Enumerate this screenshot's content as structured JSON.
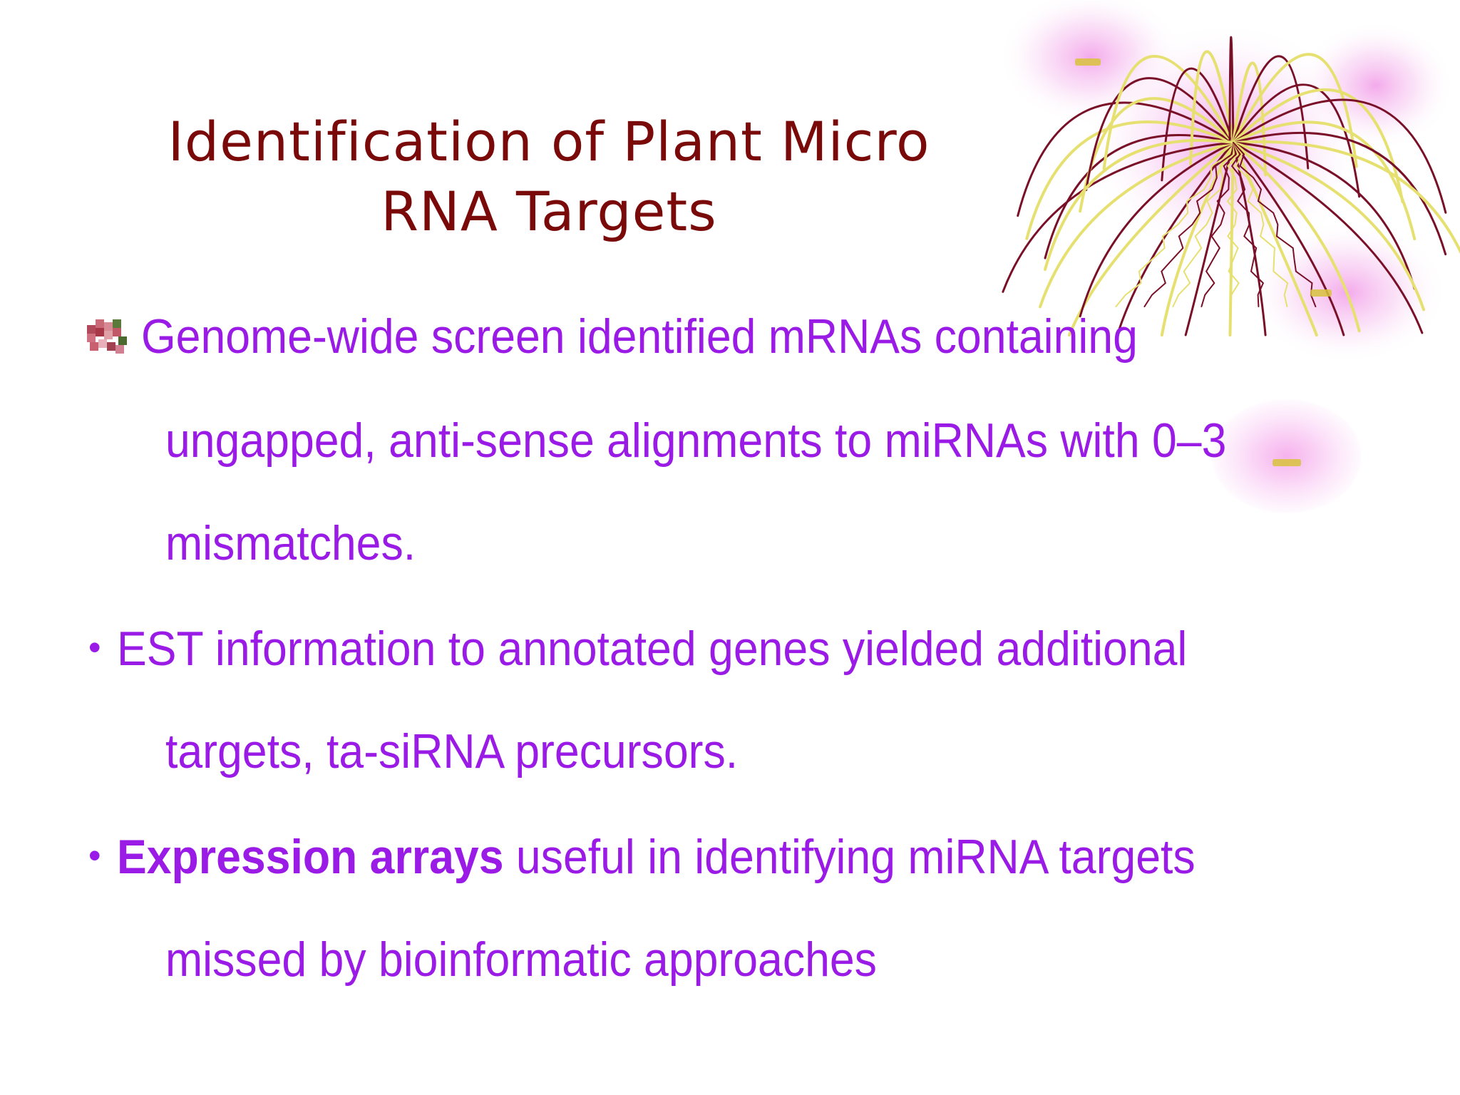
{
  "slide": {
    "title_line1": "Identification of Plant Micro",
    "title_line2": "RNA Targets",
    "bullet1": {
      "line1": "Genome-wide screen identified mRNAs containing",
      "line2": "ungapped, anti-sense alignments to miRNAs with 0–3",
      "line3": "mismatches."
    },
    "bullet2": {
      "marker": "•",
      "line1": "EST information to annotated genes yielded additional",
      "line2": "targets, ta-siRNA precursors."
    },
    "bullet3": {
      "marker": "•",
      "bold": "Expression arrays",
      "line1_rest": " useful in identifying miRNA targets",
      "line2": "missed by bioinformatic approaches"
    }
  },
  "colors": {
    "title": "#7a0a0a",
    "body_text": "#9a1ae6",
    "decor_dark": "#7a1028",
    "decor_yellow": "#e6e070",
    "decor_glow": "#f5aaeb"
  },
  "icons": {
    "bullet1": "pixel-flower-bullet-icon",
    "decoration": "firework-flower-icon"
  }
}
